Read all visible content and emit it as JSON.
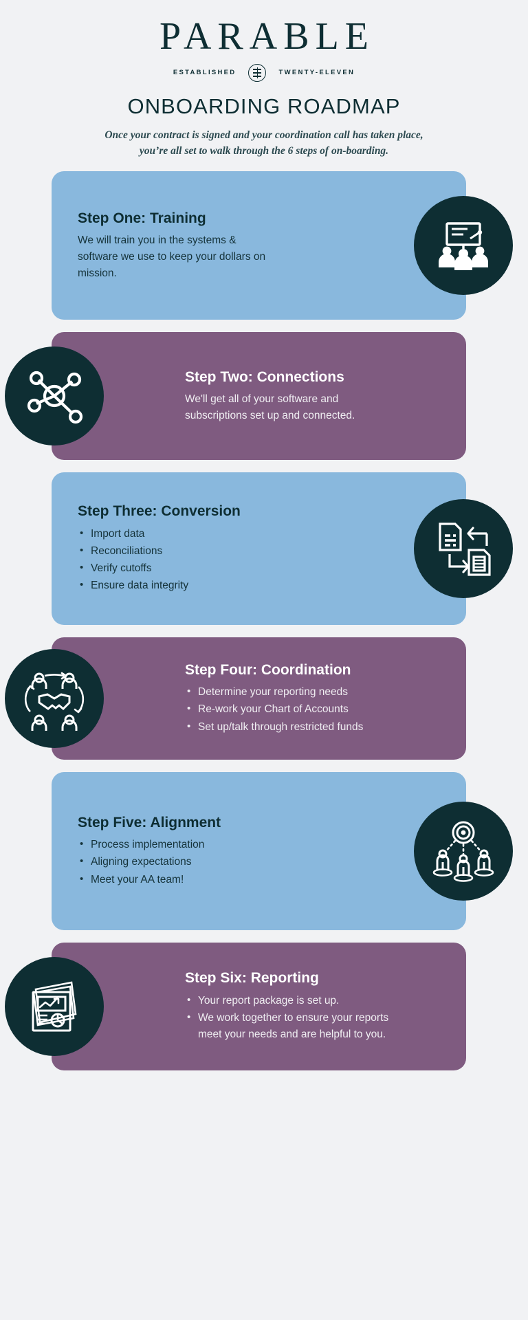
{
  "colors": {
    "background": "#f1f2f4",
    "dark": "#0e2e33",
    "blue": "#89b8dd",
    "purple": "#7f5b80",
    "white": "#ffffff"
  },
  "header": {
    "brand": "PARABLE",
    "established_left": "ESTABLISHED",
    "established_right": "TWENTY-ELEVEN",
    "monogram_icon": "parable-monogram-icon",
    "title": "ONBOARDING ROADMAP",
    "subtitle": "Once your contract is signed and your coordination call has taken place, you’re all set to walk through the 6 steps of on-boarding."
  },
  "steps": [
    {
      "id": "step-one",
      "title": "Step One: Training",
      "description": "We will train you in the systems & software we use to keep your dollars on mission.",
      "bullets": [],
      "color": "blue",
      "icon": "training-presentation-icon",
      "icon_side": "right"
    },
    {
      "id": "step-two",
      "title": "Step Two: Connections",
      "description": "We'll get all of your software and subscriptions set up and connected.",
      "bullets": [],
      "color": "purple",
      "icon": "network-nodes-icon",
      "icon_side": "left"
    },
    {
      "id": "step-three",
      "title": "Step Three: Conversion",
      "description": "",
      "bullets": [
        "Import data",
        "Reconciliations",
        "Verify cutoffs",
        "Ensure data integrity"
      ],
      "color": "blue",
      "icon": "document-conversion-icon",
      "icon_side": "right"
    },
    {
      "id": "step-four",
      "title": "Step Four: Coordination",
      "description": "",
      "bullets": [
        "Determine your reporting needs",
        "Re-work your Chart of Accounts",
        "Set up/talk through restricted funds"
      ],
      "color": "purple",
      "icon": "handshake-team-icon",
      "icon_side": "left"
    },
    {
      "id": "step-five",
      "title": "Step Five: Alignment",
      "description": "",
      "bullets": [
        "Process implementation",
        "Aligning expectations",
        "Meet your AA team!"
      ],
      "color": "blue",
      "icon": "target-alignment-icon",
      "icon_side": "right"
    },
    {
      "id": "step-six",
      "title": "Step Six: Reporting",
      "description": "",
      "bullets": [
        "Your report package is set up.",
        "We work together to ensure your reports meet your needs and are helpful to you."
      ],
      "color": "purple",
      "icon": "report-chart-icon",
      "icon_side": "left"
    }
  ]
}
